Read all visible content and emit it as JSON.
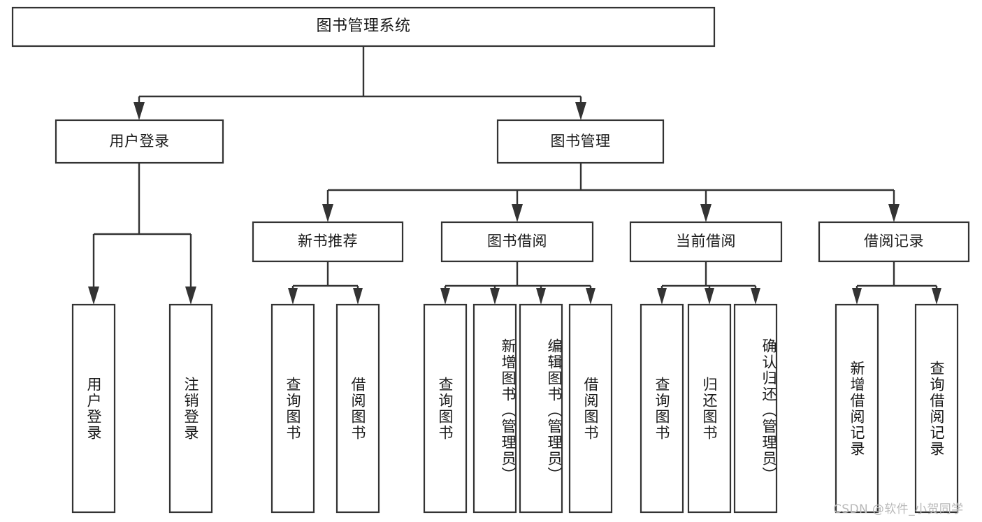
{
  "diagram": {
    "type": "tree-hierarchy",
    "title": "图书管理系统",
    "watermark": "CSDN @软件_小贺同学",
    "colors": {
      "box_stroke": "#333333",
      "box_fill": "#ffffff",
      "connector": "#333333",
      "text": "#1a1a1a",
      "watermark": "#b9b9b9",
      "background": "#ffffff"
    },
    "levels": {
      "root": {
        "label": "图书管理系统"
      },
      "level2": [
        {
          "label": "用户登录"
        },
        {
          "label": "图书管理"
        }
      ],
      "level3": [
        {
          "label": "新书推荐"
        },
        {
          "label": "图书借阅"
        },
        {
          "label": "当前借阅"
        },
        {
          "label": "借阅记录"
        }
      ]
    },
    "leaves": {
      "user_login": [
        {
          "label": "用户登录"
        },
        {
          "label": "注销登录"
        }
      ],
      "new_book_recommend": [
        {
          "label": "查询图书"
        },
        {
          "label": "借阅图书"
        }
      ],
      "book_borrow": [
        {
          "label": "查询图书"
        },
        {
          "label": "新增图书（管理员）"
        },
        {
          "label": "编辑图书（管理员）"
        },
        {
          "label": "借阅图书"
        }
      ],
      "current_borrow": [
        {
          "label": "查询图书"
        },
        {
          "label": "归还图书"
        },
        {
          "label": "确认归还（管理员）"
        }
      ],
      "borrow_record": [
        {
          "label": "新增借阅记录"
        },
        {
          "label": "查询借阅记录"
        }
      ]
    }
  }
}
